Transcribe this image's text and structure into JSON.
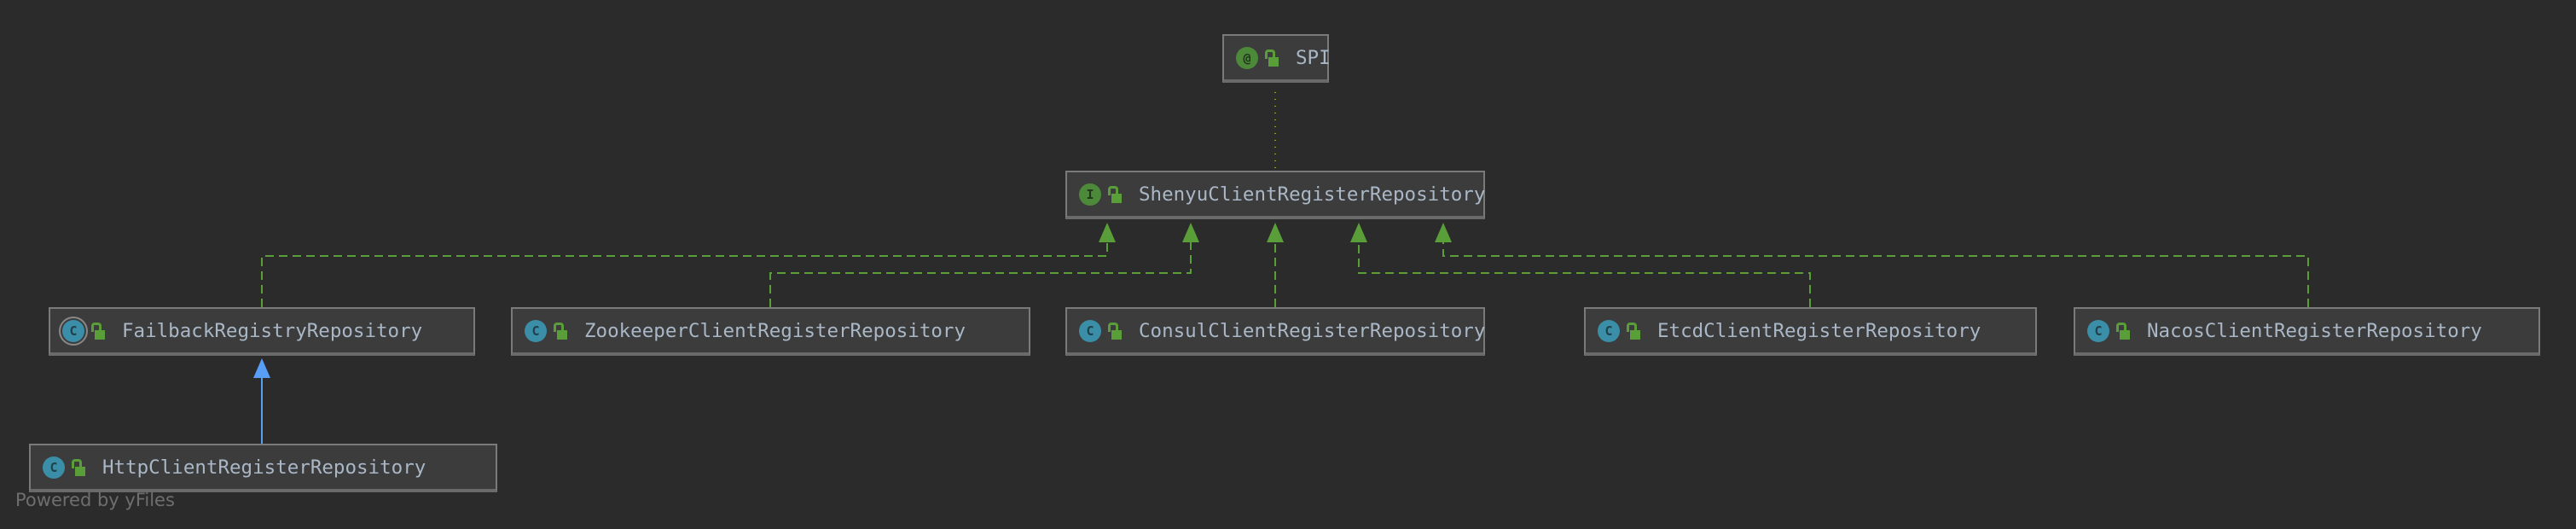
{
  "nodes": {
    "spi": {
      "label": "SPI",
      "kind": "annotation",
      "badge": "@"
    },
    "shenyu": {
      "label": "ShenyuClientRegisterRepository",
      "kind": "interface",
      "badge": "I"
    },
    "failback": {
      "label": "FailbackRegistryRepository",
      "kind": "abstract-class",
      "badge": "C"
    },
    "zookeeper": {
      "label": "ZookeeperClientRegisterRepository",
      "kind": "class",
      "badge": "C"
    },
    "consul": {
      "label": "ConsulClientRegisterRepository",
      "kind": "class",
      "badge": "C"
    },
    "etcd": {
      "label": "EtcdClientRegisterRepository",
      "kind": "class",
      "badge": "C"
    },
    "nacos": {
      "label": "NacosClientRegisterRepository",
      "kind": "class",
      "badge": "C"
    },
    "http": {
      "label": "HttpClientRegisterRepository",
      "kind": "class",
      "badge": "C"
    }
  },
  "edges": [
    {
      "from": "shenyu",
      "to": "spi",
      "type": "annotated-by"
    },
    {
      "from": "failback",
      "to": "shenyu",
      "type": "implements"
    },
    {
      "from": "zookeeper",
      "to": "shenyu",
      "type": "implements"
    },
    {
      "from": "consul",
      "to": "shenyu",
      "type": "implements"
    },
    {
      "from": "etcd",
      "to": "shenyu",
      "type": "implements"
    },
    {
      "from": "nacos",
      "to": "shenyu",
      "type": "implements"
    },
    {
      "from": "http",
      "to": "failback",
      "type": "extends"
    }
  ],
  "colors": {
    "implements": "#5a9e3a",
    "extends": "#589df6",
    "annotation": "#a8a800"
  },
  "footer": "Powered by yFiles"
}
